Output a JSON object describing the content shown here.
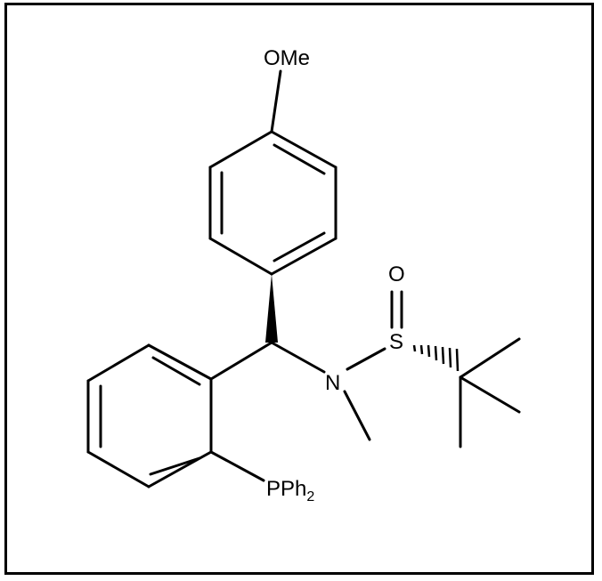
{
  "labels": {
    "methoxy": "OMe",
    "oxygen": "O",
    "sulfur": "S",
    "nitrogen": "N",
    "phosphine_main": "PPh",
    "phosphine_sub": "2"
  }
}
